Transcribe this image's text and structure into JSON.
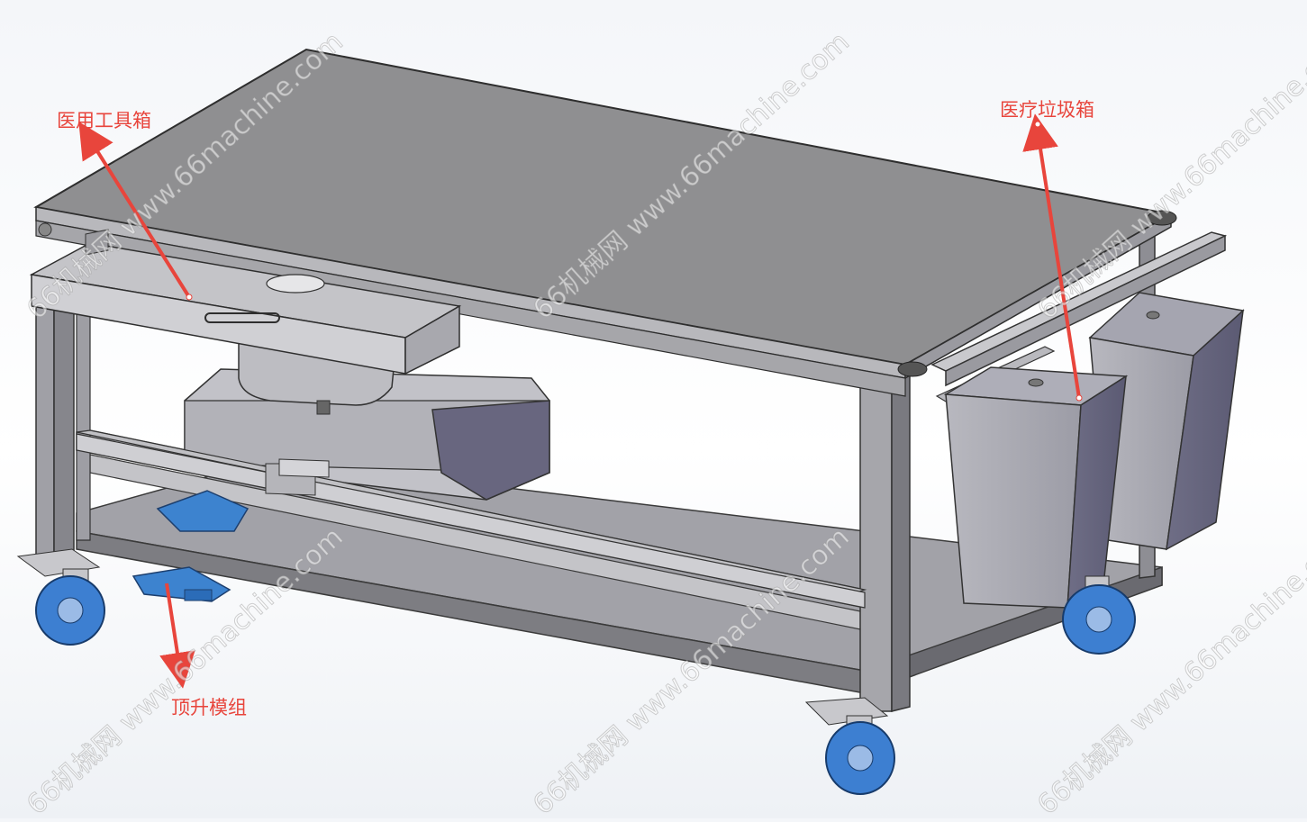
{
  "labels": {
    "tool_box": "医用工具箱",
    "waste_box": "医疗垃圾箱",
    "lift_module": "顶升模组"
  },
  "watermark": {
    "text": "66机械网 www.66machine.com"
  },
  "colors": {
    "annotation": "#e8453c",
    "frame": "#9a9a9e",
    "top": "#8f8f91",
    "caster_wheel": "#3d7fd1",
    "lift_jack": "#3d83cf"
  }
}
